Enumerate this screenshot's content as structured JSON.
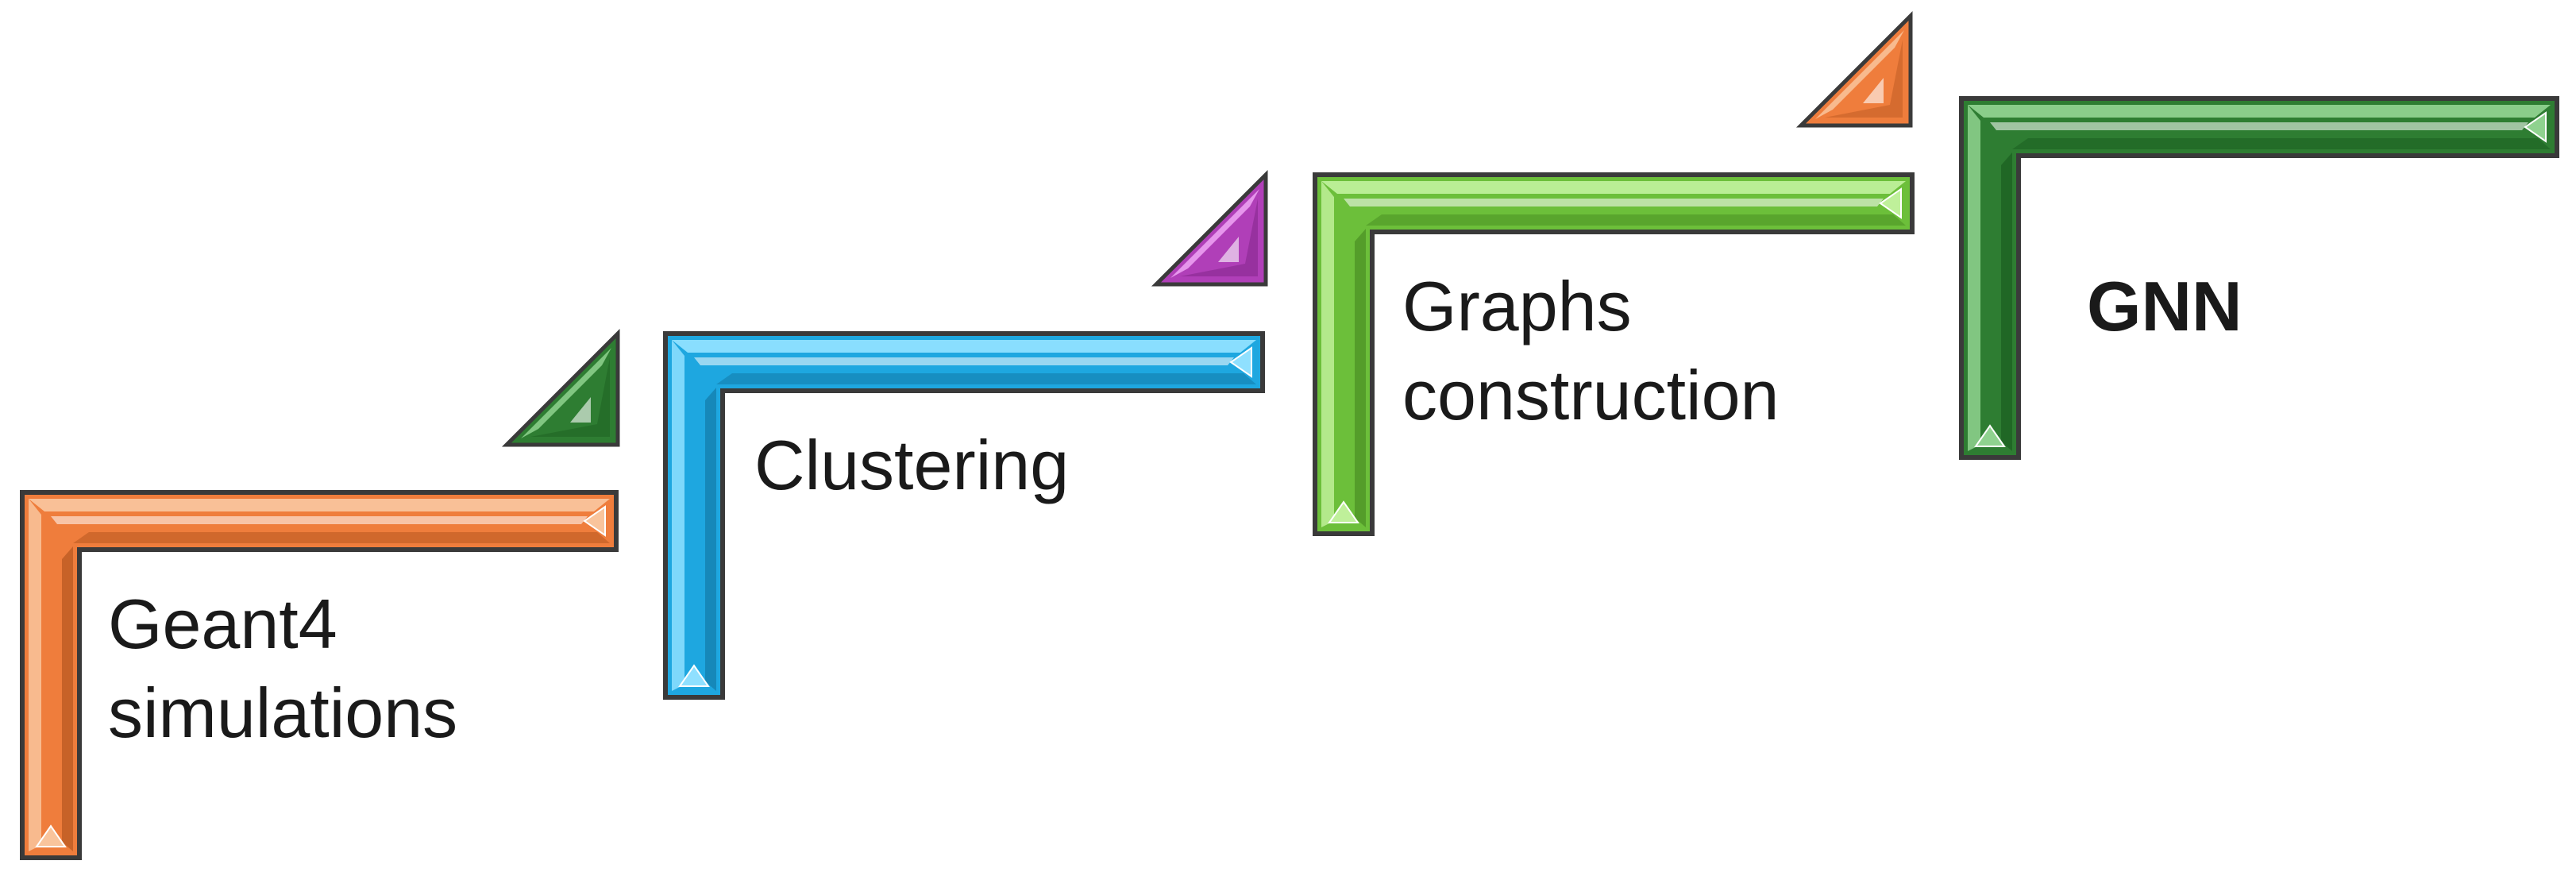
{
  "diagram": {
    "steps": [
      {
        "label": "Geant4\nsimulations",
        "color": "#ef7d3c",
        "light": "#f9c49c",
        "dark": "#b6571f",
        "bold": false
      },
      {
        "label": "Clustering",
        "color": "#1ea7e0",
        "light": "#8fe0ff",
        "dark": "#137aa8",
        "bold": false
      },
      {
        "label": "Graphs\nconstruction",
        "color": "#6cbf3a",
        "light": "#bff09a",
        "dark": "#4a8f23",
        "bold": false
      },
      {
        "label": "GNN",
        "color": "#2e7d32",
        "light": "#8fd28f",
        "dark": "#1b5e20",
        "bold": true
      }
    ],
    "arrows": [
      {
        "color": "#2e7d32",
        "light": "#8fd28f",
        "dark": "#1b5e20"
      },
      {
        "color": "#b03fb8",
        "light": "#f0a6f5",
        "dark": "#7a2181"
      },
      {
        "color": "#ef7d3c",
        "light": "#f9c49c",
        "dark": "#b6571f"
      }
    ]
  }
}
